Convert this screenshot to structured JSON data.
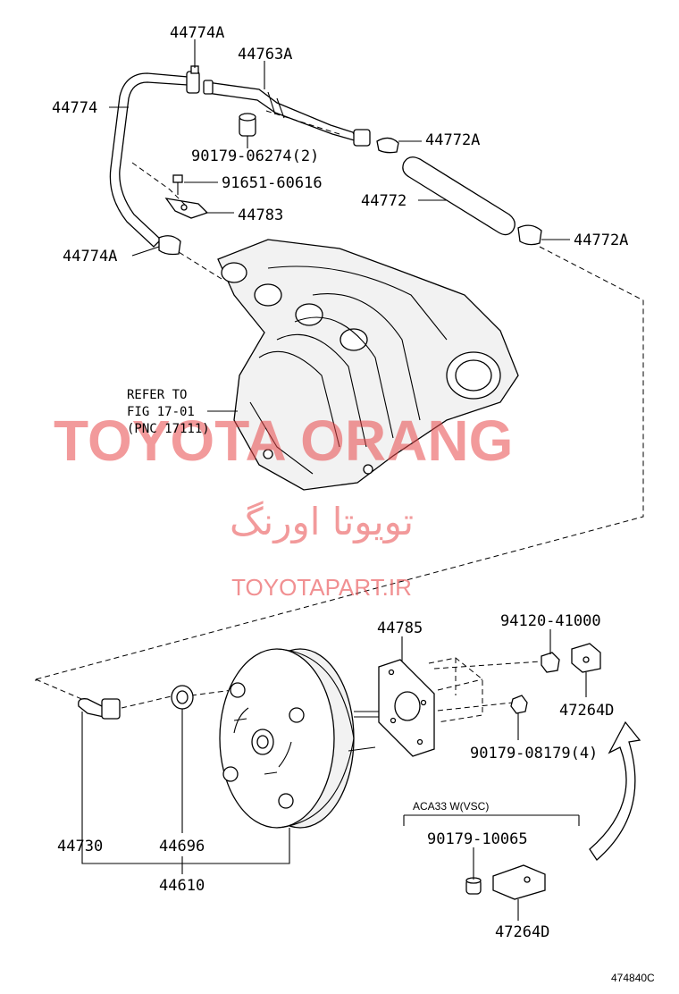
{
  "labels": {
    "p44774A_top": "44774A",
    "p44763A": "44763A",
    "p44774": "44774",
    "p90179_06274": "90179-06274(2)",
    "p44772A_top": "44772A",
    "p91651_60616": "91651-60616",
    "p44772": "44772",
    "p44783": "44783",
    "p44772A_right": "44772A",
    "p44774A_left": "44774A",
    "refer_line1": "REFER TO",
    "refer_line2": "FIG 17-01",
    "refer_line3": "(PNC 17111)",
    "p44785": "44785",
    "p94120_41000": "94120-41000",
    "p47264D_top": "47264D",
    "p90179_08179": "90179-08179(4)",
    "aca33": "ACA33  W(VSC)",
    "p90179_10065": "90179-10065",
    "p44730": "44730",
    "p44696": "44696",
    "p44610": "44610",
    "p47264D_bottom": "47264D",
    "figure_code": "474840C"
  },
  "watermarks": {
    "brand": "TOYOTA ORANG",
    "persian": "تویوتا اورنگ",
    "url": "TOYOTAPART.IR"
  },
  "colors": {
    "watermark": "#e8484a",
    "line": "#000000",
    "background": "#ffffff"
  }
}
